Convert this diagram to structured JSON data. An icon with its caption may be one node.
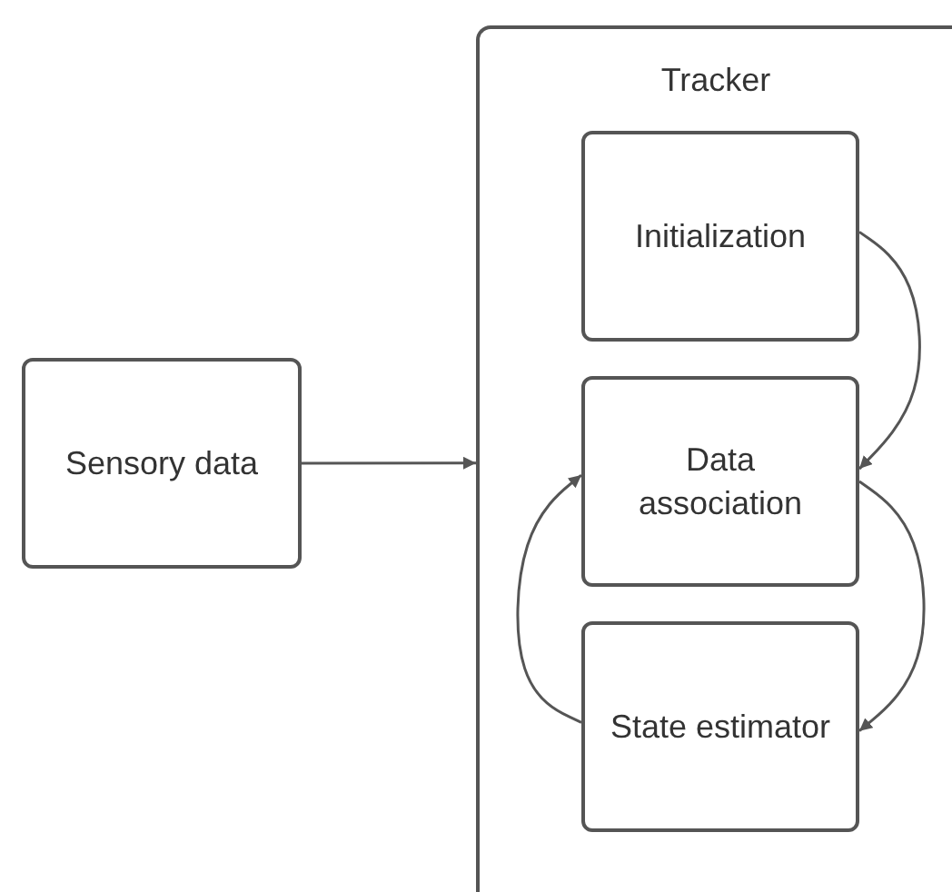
{
  "diagram": {
    "nodes": [
      {
        "text": [
          "Sensory data"
        ]
      },
      {
        "text": [
          "Tracker"
        ]
      },
      {
        "text": [
          "Initialization"
        ],
        "in": 1
      },
      {
        "text": [
          "Data association"
        ],
        "in": 1
      },
      {
        "text": [
          "State estimator"
        ],
        "in": 1
      }
    ],
    "edges": [
      {
        "from": 0,
        "to": 1,
        "arrow": "to"
      },
      {
        "from": 2,
        "to": 3,
        "arrow": "to"
      },
      {
        "from": 3,
        "to": 4,
        "arrow": "to"
      },
      {
        "from": 4,
        "to": 3,
        "arrow": "to"
      }
    ]
  }
}
